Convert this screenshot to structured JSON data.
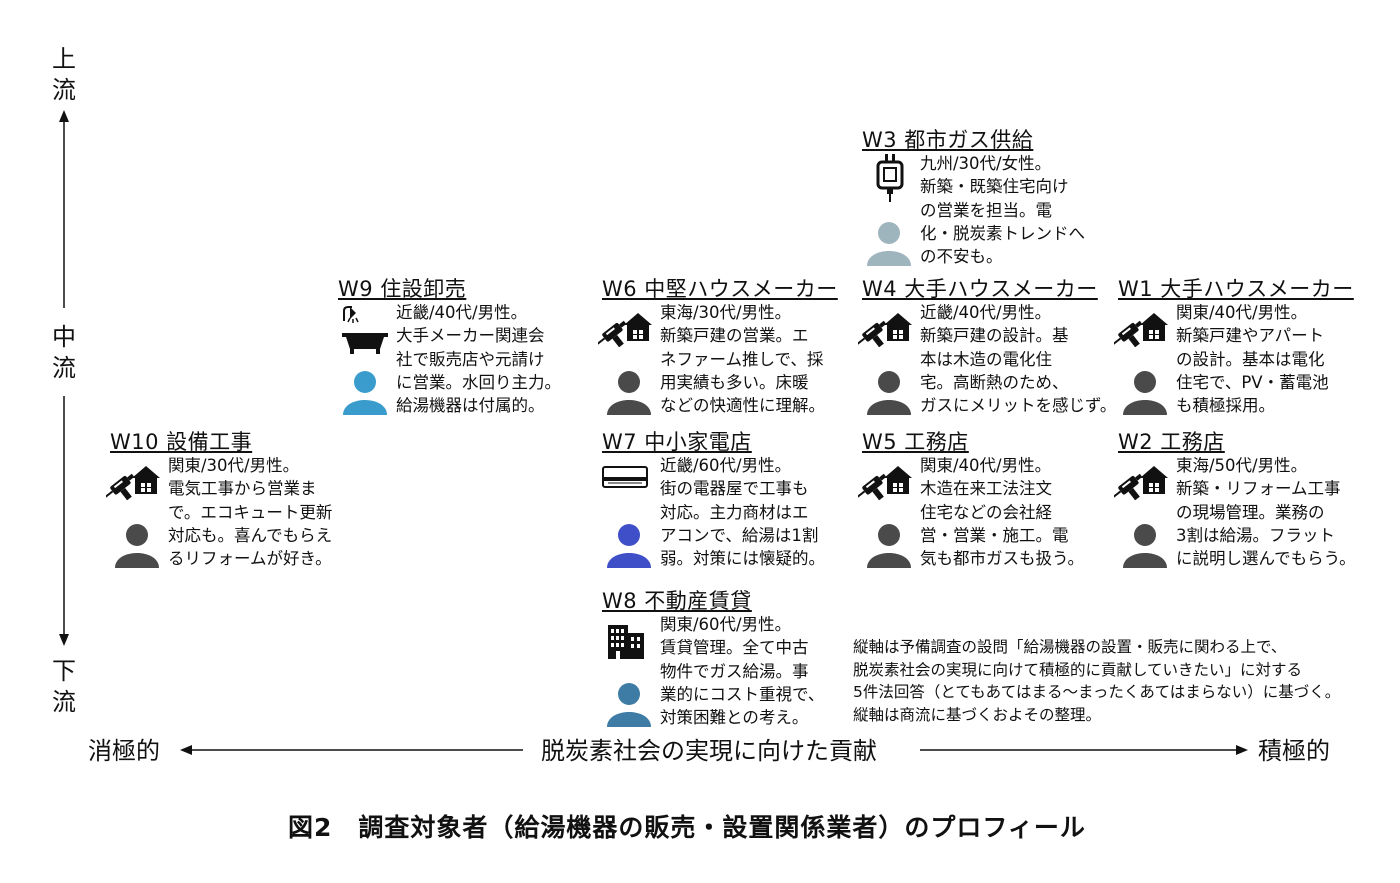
{
  "vertical_axis": {
    "top_chars": [
      "上",
      "流"
    ],
    "mid_chars": [
      "中",
      "流"
    ],
    "bottom_chars": [
      "下",
      "流"
    ]
  },
  "horizontal_axis": {
    "left": "消極的",
    "center": "脱炭素社会の実現に向けた貢献",
    "right": "積極的"
  },
  "cards": [
    {
      "id": "W3",
      "title": "W3 都市ガス供給",
      "icon": "gas-plug-icon",
      "person_color": "#9fb5bd",
      "lines": [
        "九州/30代/女性。",
        "新築・既築住宅向け",
        "の営業を担当。電",
        "化・脱炭素トレンドへ",
        "の不安も。"
      ]
    },
    {
      "id": "W9",
      "title": "W9 住設卸売",
      "icon": "bathtub-shower-icon",
      "person_color": "#3a9ccc",
      "lines": [
        "近畿/40代/男性。",
        "大手メーカー関連会",
        "社で販売店や元請け",
        "に営業。水回り主力。",
        "給湯機器は付属的。"
      ]
    },
    {
      "id": "W6",
      "title": "W6 中堅ハウスメーカー",
      "icon": "drill-house-icon",
      "person_color": "#4a4a4a",
      "lines": [
        "東海/30代/男性。",
        "新築戸建の営業。エ",
        "ネファーム推しで、採",
        "用実績も多い。床暖",
        "などの快適性に理解。"
      ]
    },
    {
      "id": "W4",
      "title": "W4 大手ハウスメーカー",
      "icon": "drill-house-icon",
      "person_color": "#4a4a4a",
      "lines": [
        "近畿/40代/男性。",
        "新築戸建の設計。基",
        "本は木造の電化住",
        "宅。高断熱のため、",
        "ガスにメリットを感じず。"
      ]
    },
    {
      "id": "W1",
      "title": "W1 大手ハウスメーカー",
      "icon": "drill-house-icon",
      "person_color": "#4a4a4a",
      "lines": [
        "関東/40代/男性。",
        "新築戸建やアパート",
        "の設計。基本は電化",
        "住宅で、PV・蓄電池",
        "も積極採用。"
      ]
    },
    {
      "id": "W10",
      "title": "W10 設備工事",
      "icon": "drill-house-icon",
      "person_color": "#4a4a4a",
      "lines": [
        "関東/30代/男性。",
        "電気工事から営業ま",
        "で。エコキュート更新",
        "対応も。喜んでもらえ",
        "るリフォームが好き。"
      ]
    },
    {
      "id": "W7",
      "title": "W7 中小家電店",
      "icon": "air-conditioner-icon",
      "person_color": "#3f4fc8",
      "lines": [
        "近畿/60代/男性。",
        "街の電器屋で工事も",
        "対応。主力商材はエ",
        "アコンで、給湯は1割",
        "弱。対策には懐疑的。"
      ]
    },
    {
      "id": "W5",
      "title": "W5 工務店",
      "icon": "drill-house-icon",
      "person_color": "#4a4a4a",
      "lines": [
        "関東/40代/男性。",
        "木造在来工法注文",
        "住宅などの会社経",
        "営・営業・施工。電",
        "気も都市ガスも扱う。"
      ]
    },
    {
      "id": "W2",
      "title": "W2 工務店",
      "icon": "drill-house-icon",
      "person_color": "#4a4a4a",
      "lines": [
        "東海/50代/男性。",
        "新築・リフォーム工事",
        "の現場管理。業務の",
        "3割は給湯。フラット",
        "に説明し選んでもらう。"
      ]
    },
    {
      "id": "W8",
      "title": "W8 不動産賃貸",
      "icon": "apartment-building-icon",
      "person_color": "#3f7ca5",
      "lines": [
        "関東/60代/男性。",
        "賃貸管理。全て中古",
        "物件でガス給湯。事",
        "業的にコスト重視で、",
        "対策困難との考え。"
      ]
    }
  ],
  "note": {
    "lines": [
      "縦軸は予備調査の設問「給湯機器の設置・販売に関わる上で、",
      "脱炭素社会の実現に向けて積極的に貢献していきたい」に対する",
      "5件法回答（とてもあてはまる〜まったくあてはまらない）に基づく。",
      "縦軸は商流に基づくおよその整理。"
    ]
  },
  "caption": "図2　調査対象者（給湯機器の販売・設置関係業者）のプロフィール"
}
